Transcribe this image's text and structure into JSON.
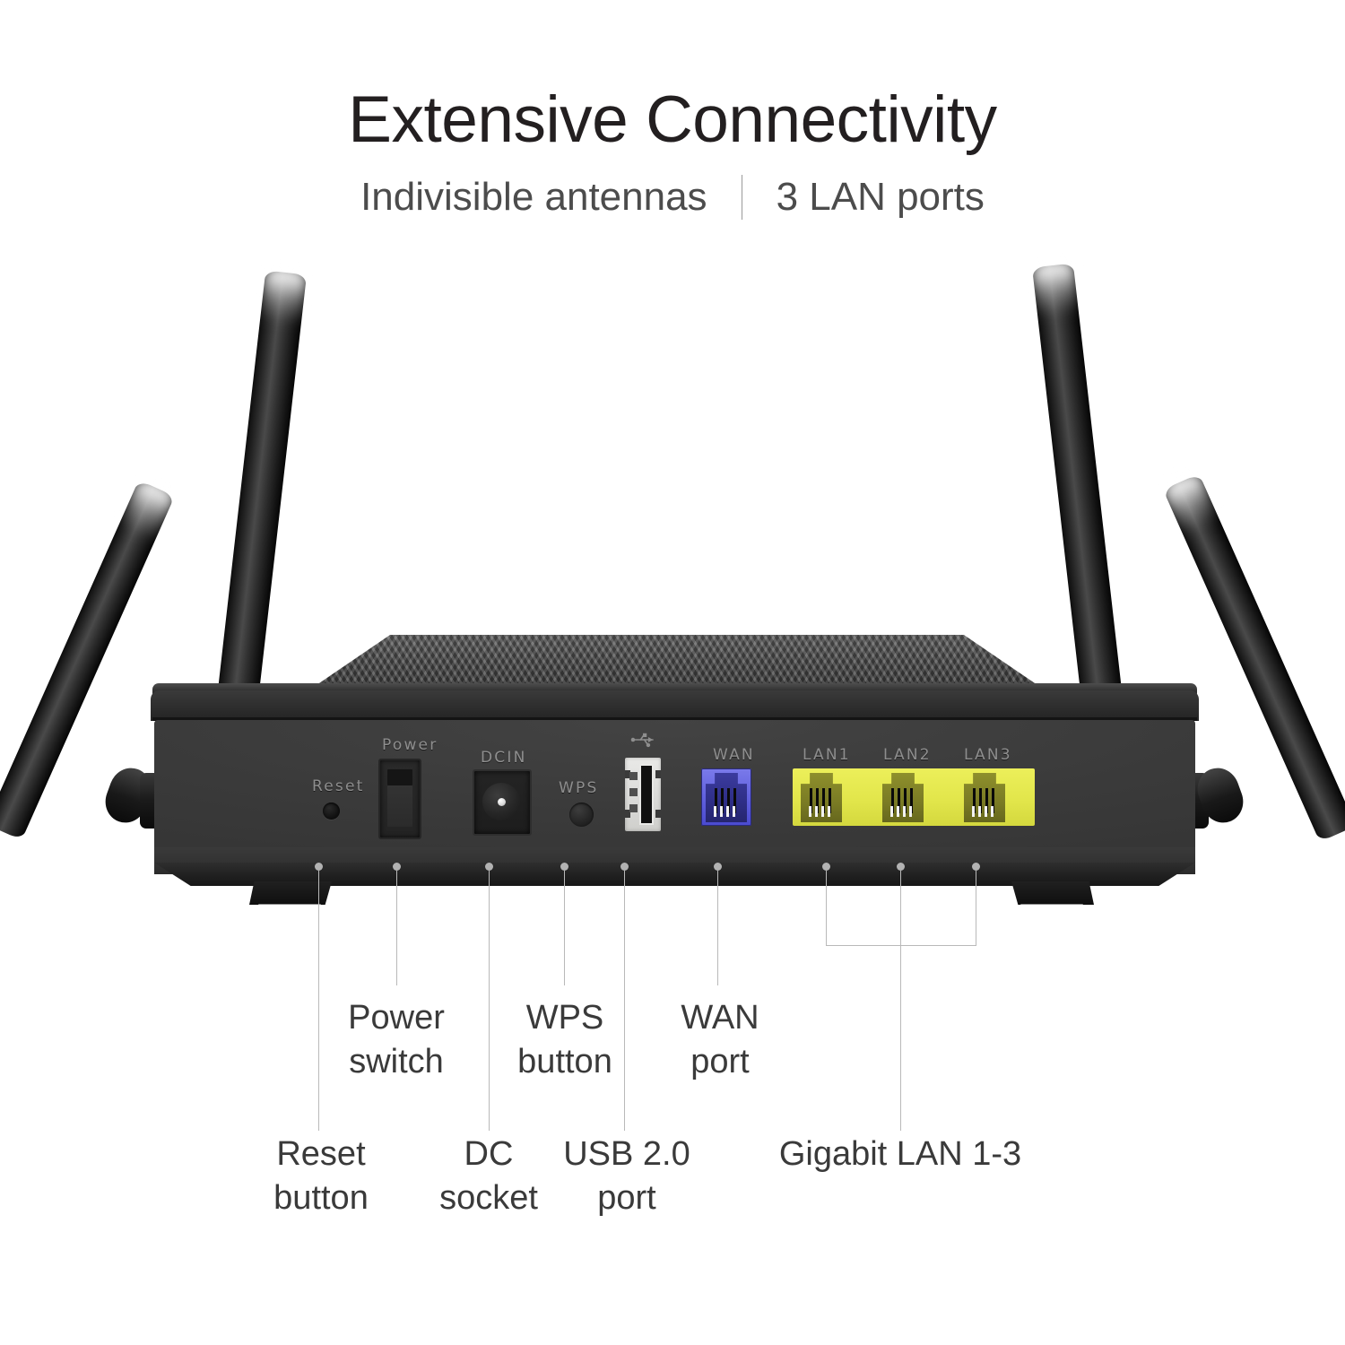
{
  "headings": {
    "title": "Extensive Connectivity",
    "subtitle_left": "Indivisible antennas",
    "subtitle_right": "3 LAN ports"
  },
  "device": {
    "type": "wireless-router",
    "antenna_count": 4,
    "silkscreen_labels": {
      "reset": "Reset",
      "power": "Power",
      "dcin": "DCIN",
      "wps": "WPS",
      "usb_icon": "usb-trident-icon",
      "wan": "WAN",
      "lan1": "LAN1",
      "lan2": "LAN2",
      "lan3": "LAN3"
    },
    "port_colors": {
      "wan_bezel": "#5f5fdd",
      "wan_interior": "#2e2e86",
      "lan_bezel": "#e2e64b",
      "lan_interior": "#7a7b24",
      "usb_body": "#dcdcda",
      "chassis": "#3a3a3a",
      "silkscreen_text": "#8e8e8e"
    }
  },
  "callouts": {
    "upper_row": [
      {
        "id": "power-switch",
        "label": "Power\nswitch"
      },
      {
        "id": "wps-button",
        "label": "WPS\nbutton"
      },
      {
        "id": "wan-port",
        "label": "WAN\nport"
      }
    ],
    "lower_row": [
      {
        "id": "reset-button",
        "label": "Reset\nbutton"
      },
      {
        "id": "dc-socket",
        "label": "DC\nsocket"
      },
      {
        "id": "usb-port",
        "label": "USB 2.0\nport"
      },
      {
        "id": "gigabit-lan",
        "label": "Gigabit LAN 1-3"
      }
    ],
    "leader_color": "#b9b9b9",
    "text_color": "#3a3a3a"
  }
}
